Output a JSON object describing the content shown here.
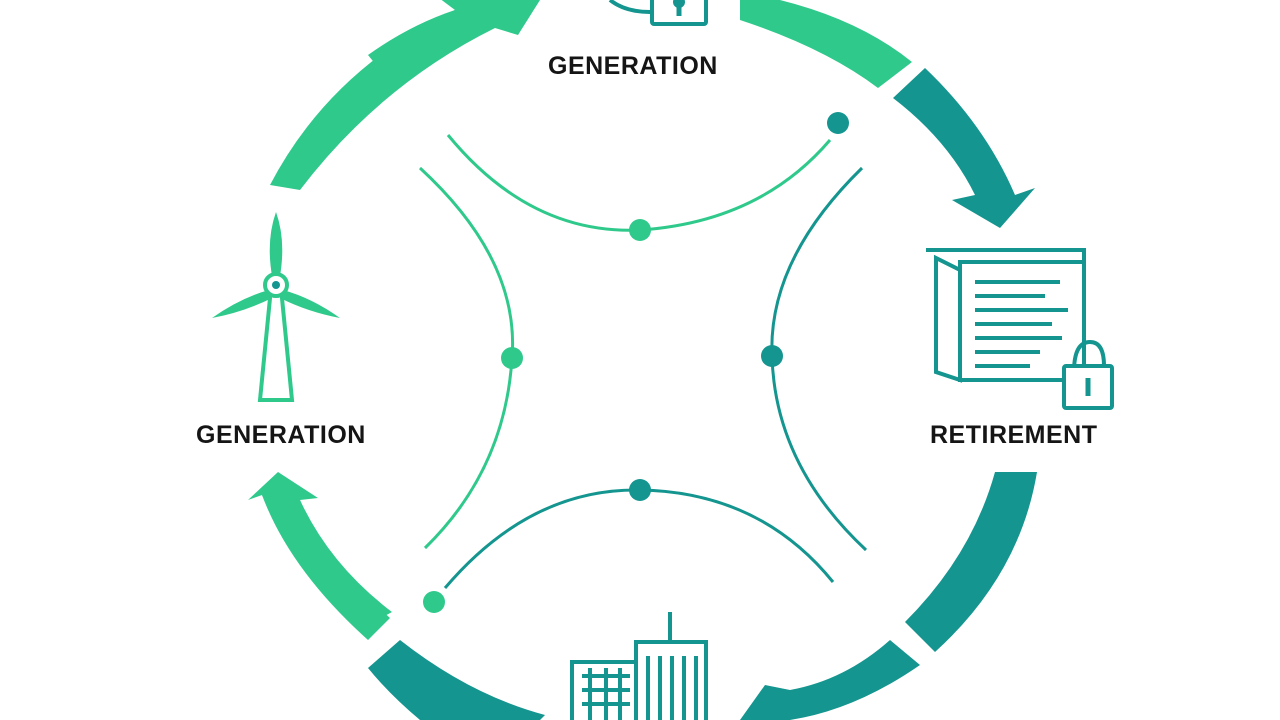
{
  "diagram": {
    "stages": {
      "top": {
        "label": "GENERATION",
        "icon": "padlock-icon"
      },
      "left": {
        "label": "GENERATION",
        "icon": "wind-turbine-icon"
      },
      "right": {
        "label": "RETIREMENT",
        "icon": "document-lock-icon"
      },
      "bottom": {
        "label": "",
        "icon": "buildings-icon"
      }
    },
    "colors": {
      "light_green": "#2fc98b",
      "teal": "#14958f",
      "label_text": "#151515",
      "background": "#ffffff"
    }
  }
}
